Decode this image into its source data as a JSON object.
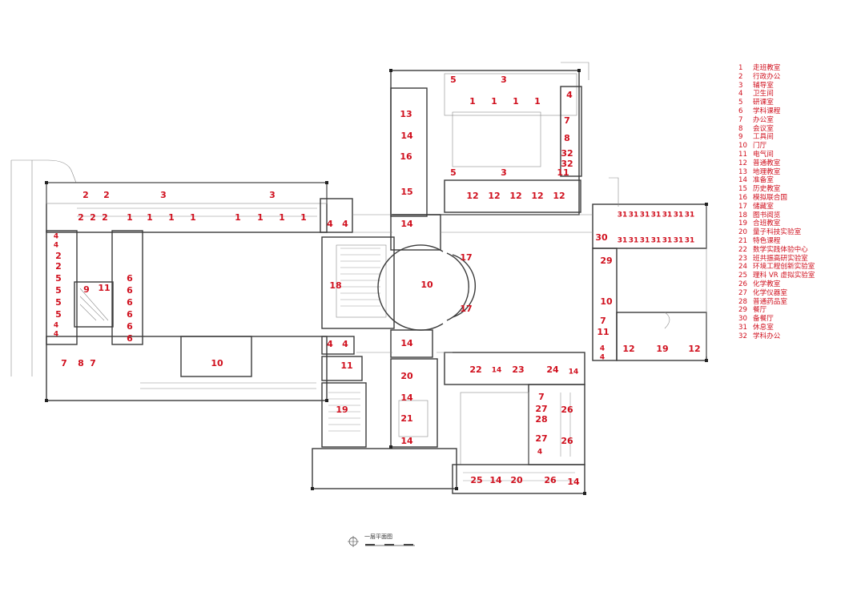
{
  "caption": "一层平面图",
  "legend": [
    {
      "n": "1",
      "label": "走班教室"
    },
    {
      "n": "2",
      "label": "行政办公"
    },
    {
      "n": "3",
      "label": "辅导室"
    },
    {
      "n": "4",
      "label": "卫生间"
    },
    {
      "n": "5",
      "label": "研课室"
    },
    {
      "n": "6",
      "label": "学科课程"
    },
    {
      "n": "7",
      "label": "办公室"
    },
    {
      "n": "8",
      "label": "会议室"
    },
    {
      "n": "9",
      "label": "工具间"
    },
    {
      "n": "10",
      "label": "门厅"
    },
    {
      "n": "11",
      "label": "电气间"
    },
    {
      "n": "12",
      "label": "普通教室"
    },
    {
      "n": "13",
      "label": "地理教室"
    },
    {
      "n": "14",
      "label": "准备室"
    },
    {
      "n": "15",
      "label": "历史教室"
    },
    {
      "n": "16",
      "label": "模拟联合国"
    },
    {
      "n": "17",
      "label": "储藏室"
    },
    {
      "n": "18",
      "label": "图书阅览"
    },
    {
      "n": "19",
      "label": "合班教室"
    },
    {
      "n": "20",
      "label": "量子科技实验室"
    },
    {
      "n": "21",
      "label": "特色课程"
    },
    {
      "n": "22",
      "label": "数学实践体验中心"
    },
    {
      "n": "23",
      "label": "班共振高研实验室"
    },
    {
      "n": "24",
      "label": "环境工程创新实验室"
    },
    {
      "n": "25",
      "label": "理科 VR 虚拟实验室"
    },
    {
      "n": "26",
      "label": "化学教室"
    },
    {
      "n": "27",
      "label": "化学仪器室"
    },
    {
      "n": "28",
      "label": "普通药品室"
    },
    {
      "n": "29",
      "label": "餐厅"
    },
    {
      "n": "30",
      "label": "备餐厅"
    },
    {
      "n": "31",
      "label": "休息室"
    },
    {
      "n": "32",
      "label": "学科办公"
    }
  ],
  "room_labels": [
    "2",
    "2",
    "3",
    "3",
    "2",
    "2",
    "2",
    "1",
    "1",
    "1",
    "1",
    "1",
    "1",
    "1",
    "1",
    "4",
    "4",
    "4",
    "4",
    "2",
    "2",
    "5",
    "5",
    "5",
    "5",
    "9",
    "11",
    "6",
    "6",
    "6",
    "6",
    "6",
    "6",
    "4",
    "4",
    "7",
    "8",
    "7",
    "10",
    "4",
    "4",
    "11",
    "5",
    "3",
    "1",
    "1",
    "1",
    "1",
    "4",
    "7",
    "8",
    "32",
    "32",
    "5",
    "3",
    "11",
    "13",
    "14",
    "16",
    "15",
    "12",
    "12",
    "12",
    "12",
    "12",
    "14",
    "18",
    "10",
    "17",
    "17",
    "14",
    "20",
    "14",
    "21",
    "14",
    "19",
    "22",
    "14",
    "23",
    "24",
    "14",
    "7",
    "27",
    "28",
    "27",
    "4",
    "26",
    "26",
    "25",
    "14",
    "20",
    "26",
    "14",
    "31",
    "31",
    "31",
    "31",
    "31",
    "31",
    "31",
    "31",
    "31",
    "31",
    "31",
    "31",
    "31",
    "31",
    "30",
    "29",
    "10",
    "7",
    "11",
    "4",
    "4",
    "12",
    "19",
    "12"
  ],
  "colors": {
    "label": "#d0101e",
    "wall": "#3a3a3a"
  }
}
